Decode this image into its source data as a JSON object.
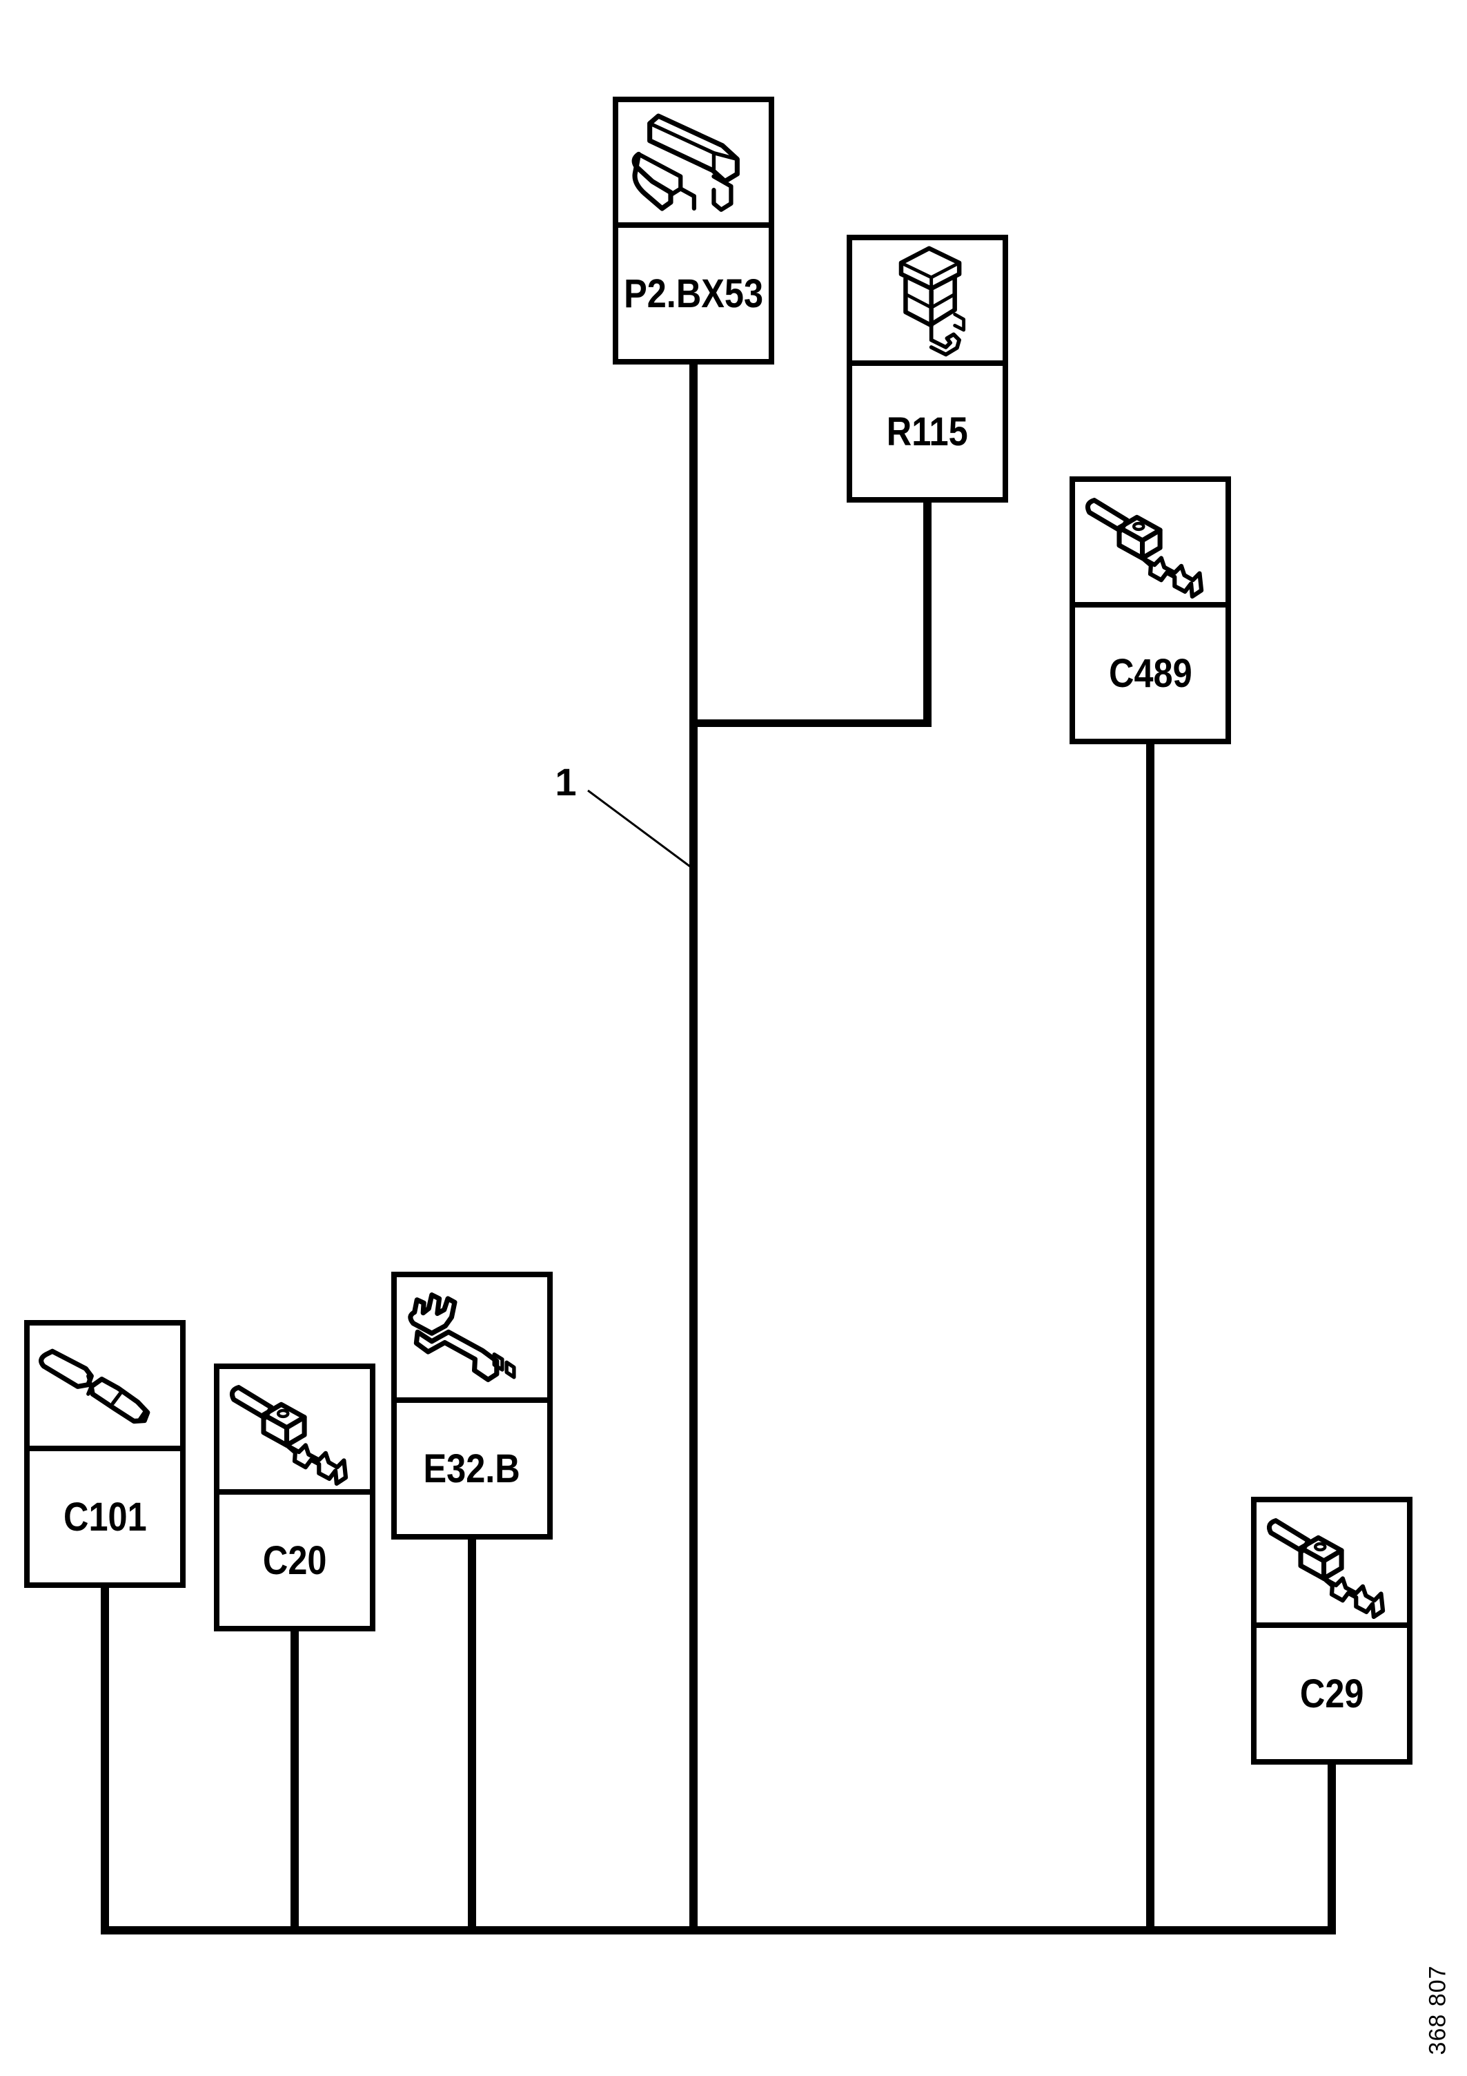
{
  "diagram": {
    "type": "wiring-harness-overview",
    "callout": {
      "number": "1"
    },
    "ref_number": "368 807",
    "colors": {
      "line": "#000000",
      "background": "#ffffff"
    },
    "components": {
      "p2bx53": {
        "label": "P2.BX53",
        "icon": "connector-housing-icon"
      },
      "r115": {
        "label": "R115",
        "icon": "relay-icon"
      },
      "c489": {
        "label": "C489",
        "icon": "male-terminal-icon"
      },
      "c101": {
        "label": "C101",
        "icon": "blade-pin-icon"
      },
      "c20": {
        "label": "C20",
        "icon": "male-terminal-icon"
      },
      "e32b": {
        "label": "E32.B",
        "icon": "female-terminal-icon"
      },
      "c29": {
        "label": "C29",
        "icon": "male-terminal-icon"
      }
    }
  }
}
